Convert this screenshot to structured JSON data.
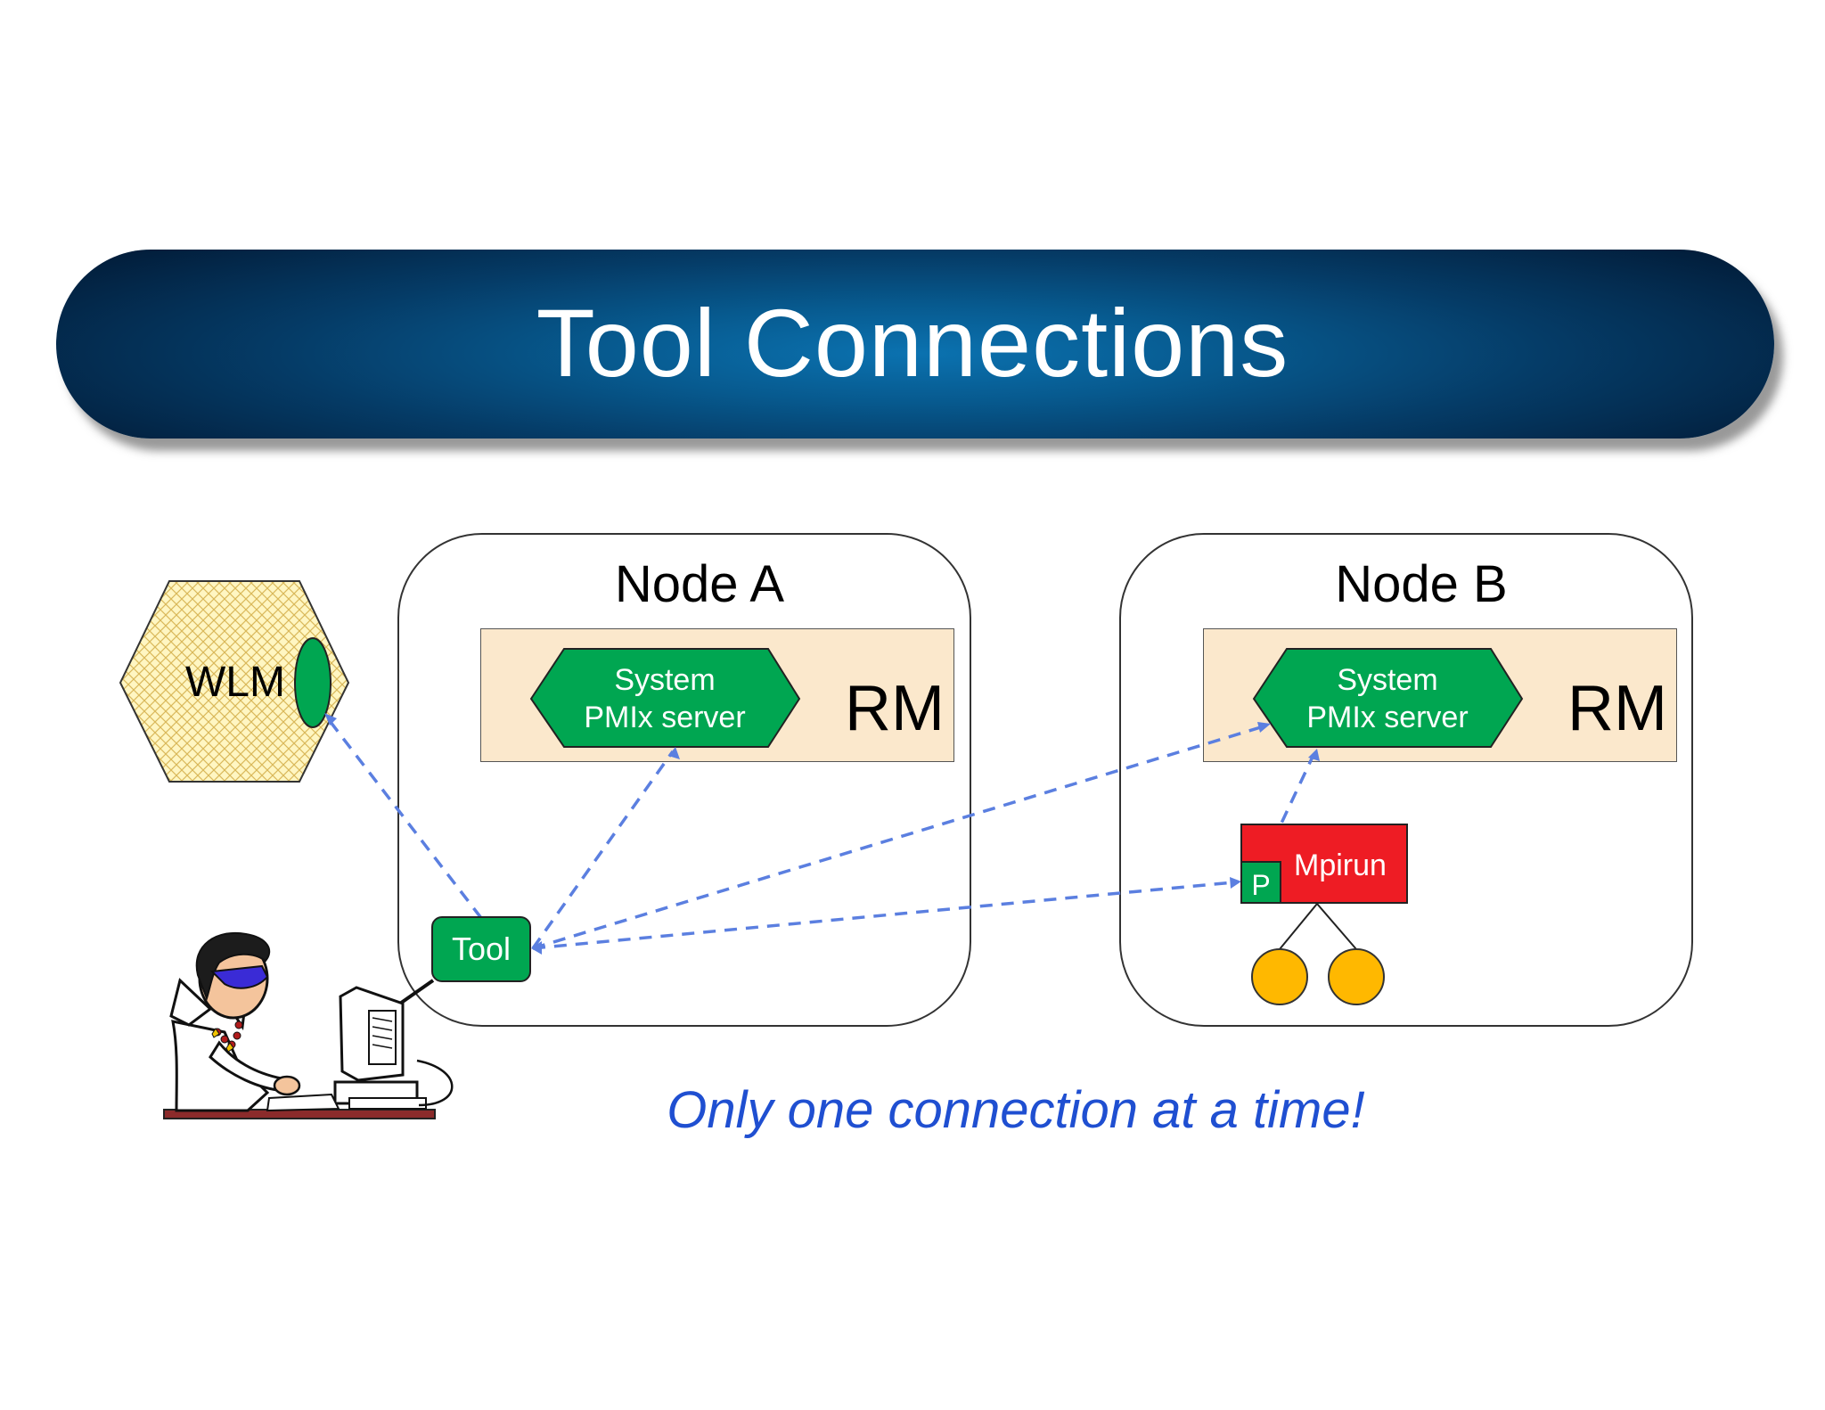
{
  "title": "Tool Connections",
  "wlm": {
    "label": "WLM"
  },
  "nodes": [
    {
      "label": "Node A",
      "server": {
        "line1": "System",
        "line2": "PMIx server"
      },
      "rm": "RM"
    },
    {
      "label": "Node B",
      "server": {
        "line1": "System",
        "line2": "PMIx server"
      },
      "rm": "RM"
    }
  ],
  "tool": {
    "label": "Tool"
  },
  "mpirun": {
    "label": "Mpirun",
    "port": "P"
  },
  "caption": "Only one connection at a time!",
  "colors": {
    "title_bar": "#053b66",
    "pmix_green": "#00a651",
    "rm_fill": "#fbe8cc",
    "mpirun_red": "#ee1c24",
    "process_yellow": "#ffb800",
    "connection_blue": "#5b7fe0",
    "caption_blue": "#1f4fd1"
  }
}
